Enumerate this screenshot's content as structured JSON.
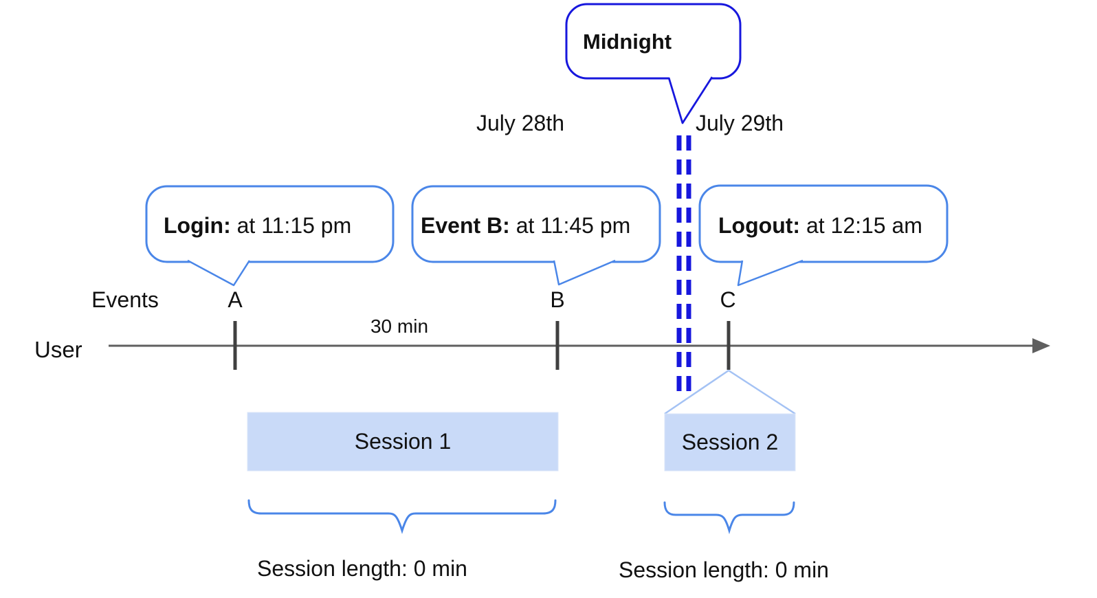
{
  "diagram_title": "user-session-timeline",
  "annotations": {
    "midnight": {
      "label": "Midnight"
    },
    "dates": {
      "left": "July 28th",
      "right": "July 29th"
    }
  },
  "bubbles": {
    "login": {
      "label": "Login:",
      "time": " at 11:15 pm"
    },
    "event_b": {
      "label": "Event B:",
      "time": " at 11:45 pm"
    },
    "logout": {
      "label": "Logout:",
      "time": " at 12:15 am"
    }
  },
  "timeline": {
    "axis_label": "User",
    "events_label": "Events",
    "interval_label": "30 min",
    "markers": [
      "A",
      "B",
      "C"
    ]
  },
  "sessions": [
    {
      "label": "Session 1",
      "length_label": "Session length: 0 min"
    },
    {
      "label": "Session 2",
      "length_label": "Session length: 0 min"
    }
  ],
  "colors": {
    "deep_blue": "#1717dd",
    "callout_blue": "#4a86e8",
    "light_blue": "#a4c2f4",
    "session_fill": "#c9daf8",
    "axis_gray": "#5f5f5f",
    "tick_gray": "#404040",
    "text": "#111111"
  }
}
